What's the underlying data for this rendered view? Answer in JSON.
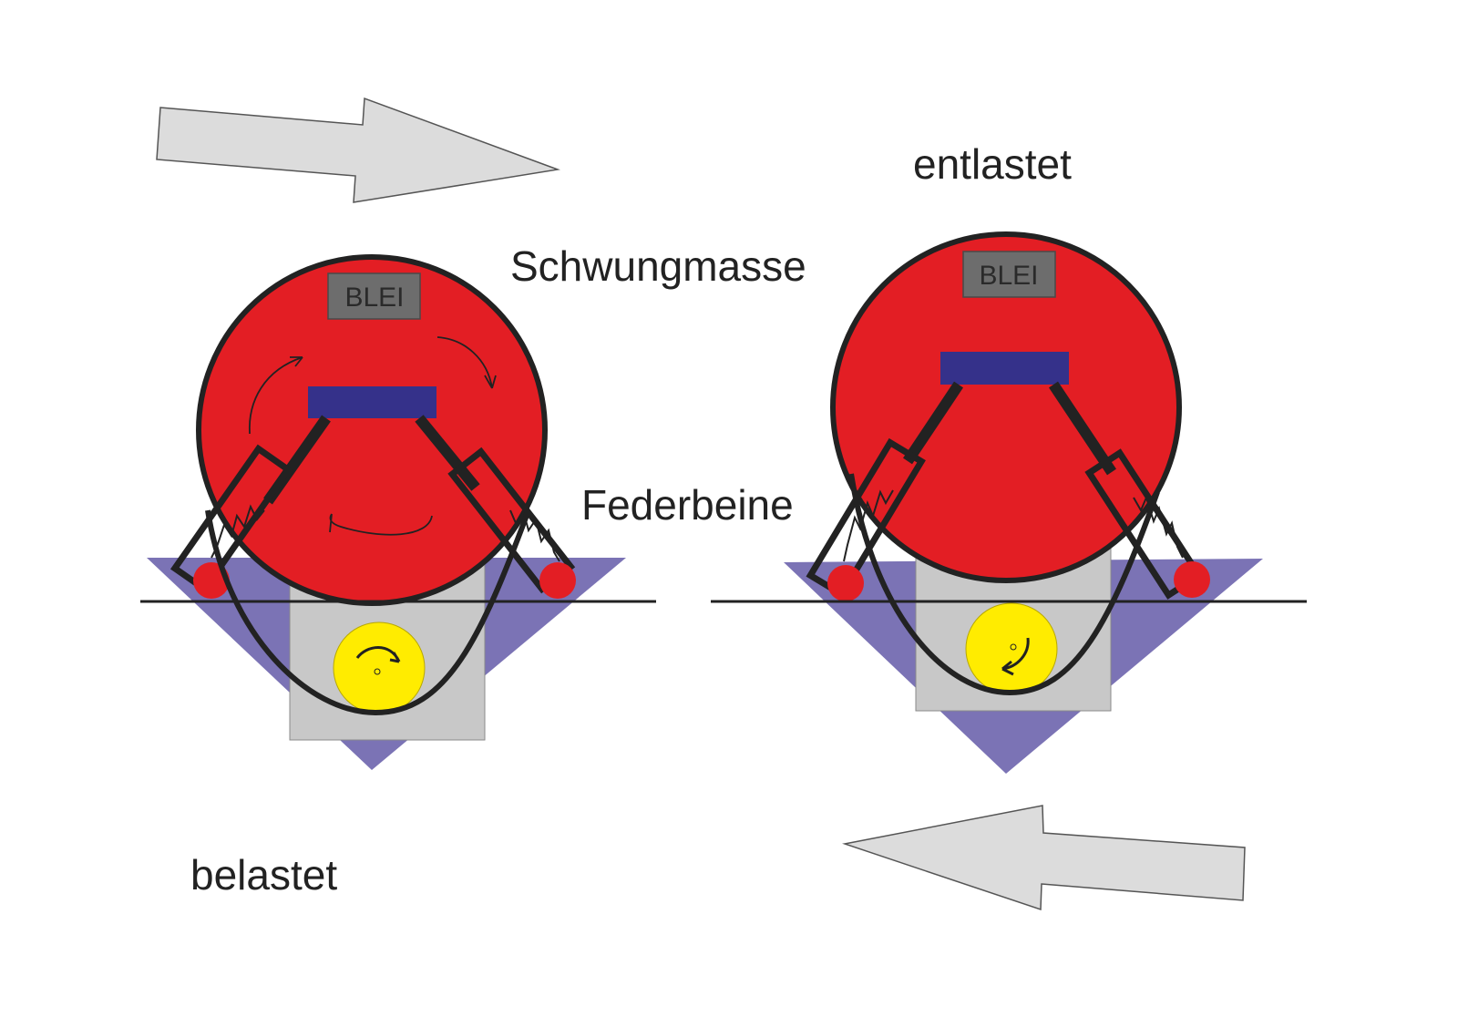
{
  "labels": {
    "top_right": "entlastet",
    "mass": "Schwungmasse",
    "struts": "Federbeine",
    "bottom_left": "belastet",
    "lead_left": "BLEI",
    "lead_right": "BLEI"
  },
  "colors": {
    "mass": "#e31e24",
    "frame": "#7b73b5",
    "box": "#c8c8c8",
    "ball": "#ffec00",
    "mount_bar": "#35318a",
    "lead": "#6d6d6d",
    "arrow": "#dcdcdc",
    "outline": "#222222"
  }
}
